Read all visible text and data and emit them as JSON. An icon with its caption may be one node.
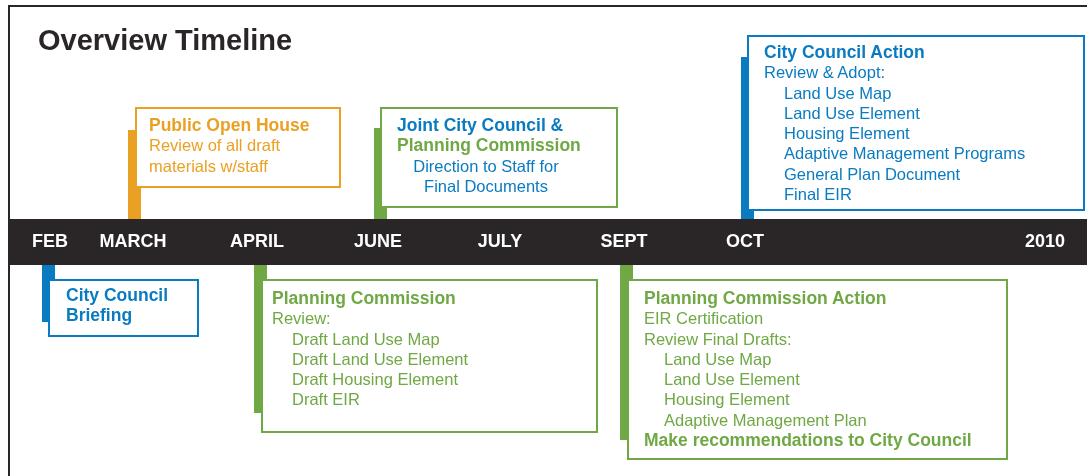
{
  "diagram": {
    "title": "Overview Timeline",
    "nodes": [
      {
        "text": [
          "Public Open House",
          "Review of all draft materials w/staff"
        ]
      },
      {
        "text": [
          "Joint City Council &",
          "Planning Commission",
          "Direction to Staff for Final Documents"
        ]
      },
      {
        "text": [
          "City Council Action",
          "Review & Adopt:",
          "Land Use Map",
          "Land Use Element",
          "Housing Element",
          "Adaptive Management Programs",
          "General Plan Document",
          "Final EIR"
        ]
      },
      {
        "text": [
          "City Council Briefing"
        ]
      },
      {
        "text": [
          "Planning Commission",
          "Review:",
          "Draft Land Use Map",
          "Draft Land Use Element",
          "Draft Housing Element",
          "Draft EIR"
        ]
      },
      {
        "text": [
          "Planning Commission Action",
          "EIR Certification",
          "Review Final Drafts:",
          "Land Use Map",
          "Land Use Element",
          "Housing Element",
          "Adaptive Management Plan",
          "Make recommendations to City Council"
        ]
      }
    ],
    "labels": [
      "FEB",
      "MARCH",
      "APRIL",
      "JUNE",
      "JULY",
      "SEPT",
      "OCT",
      "2010"
    ]
  }
}
